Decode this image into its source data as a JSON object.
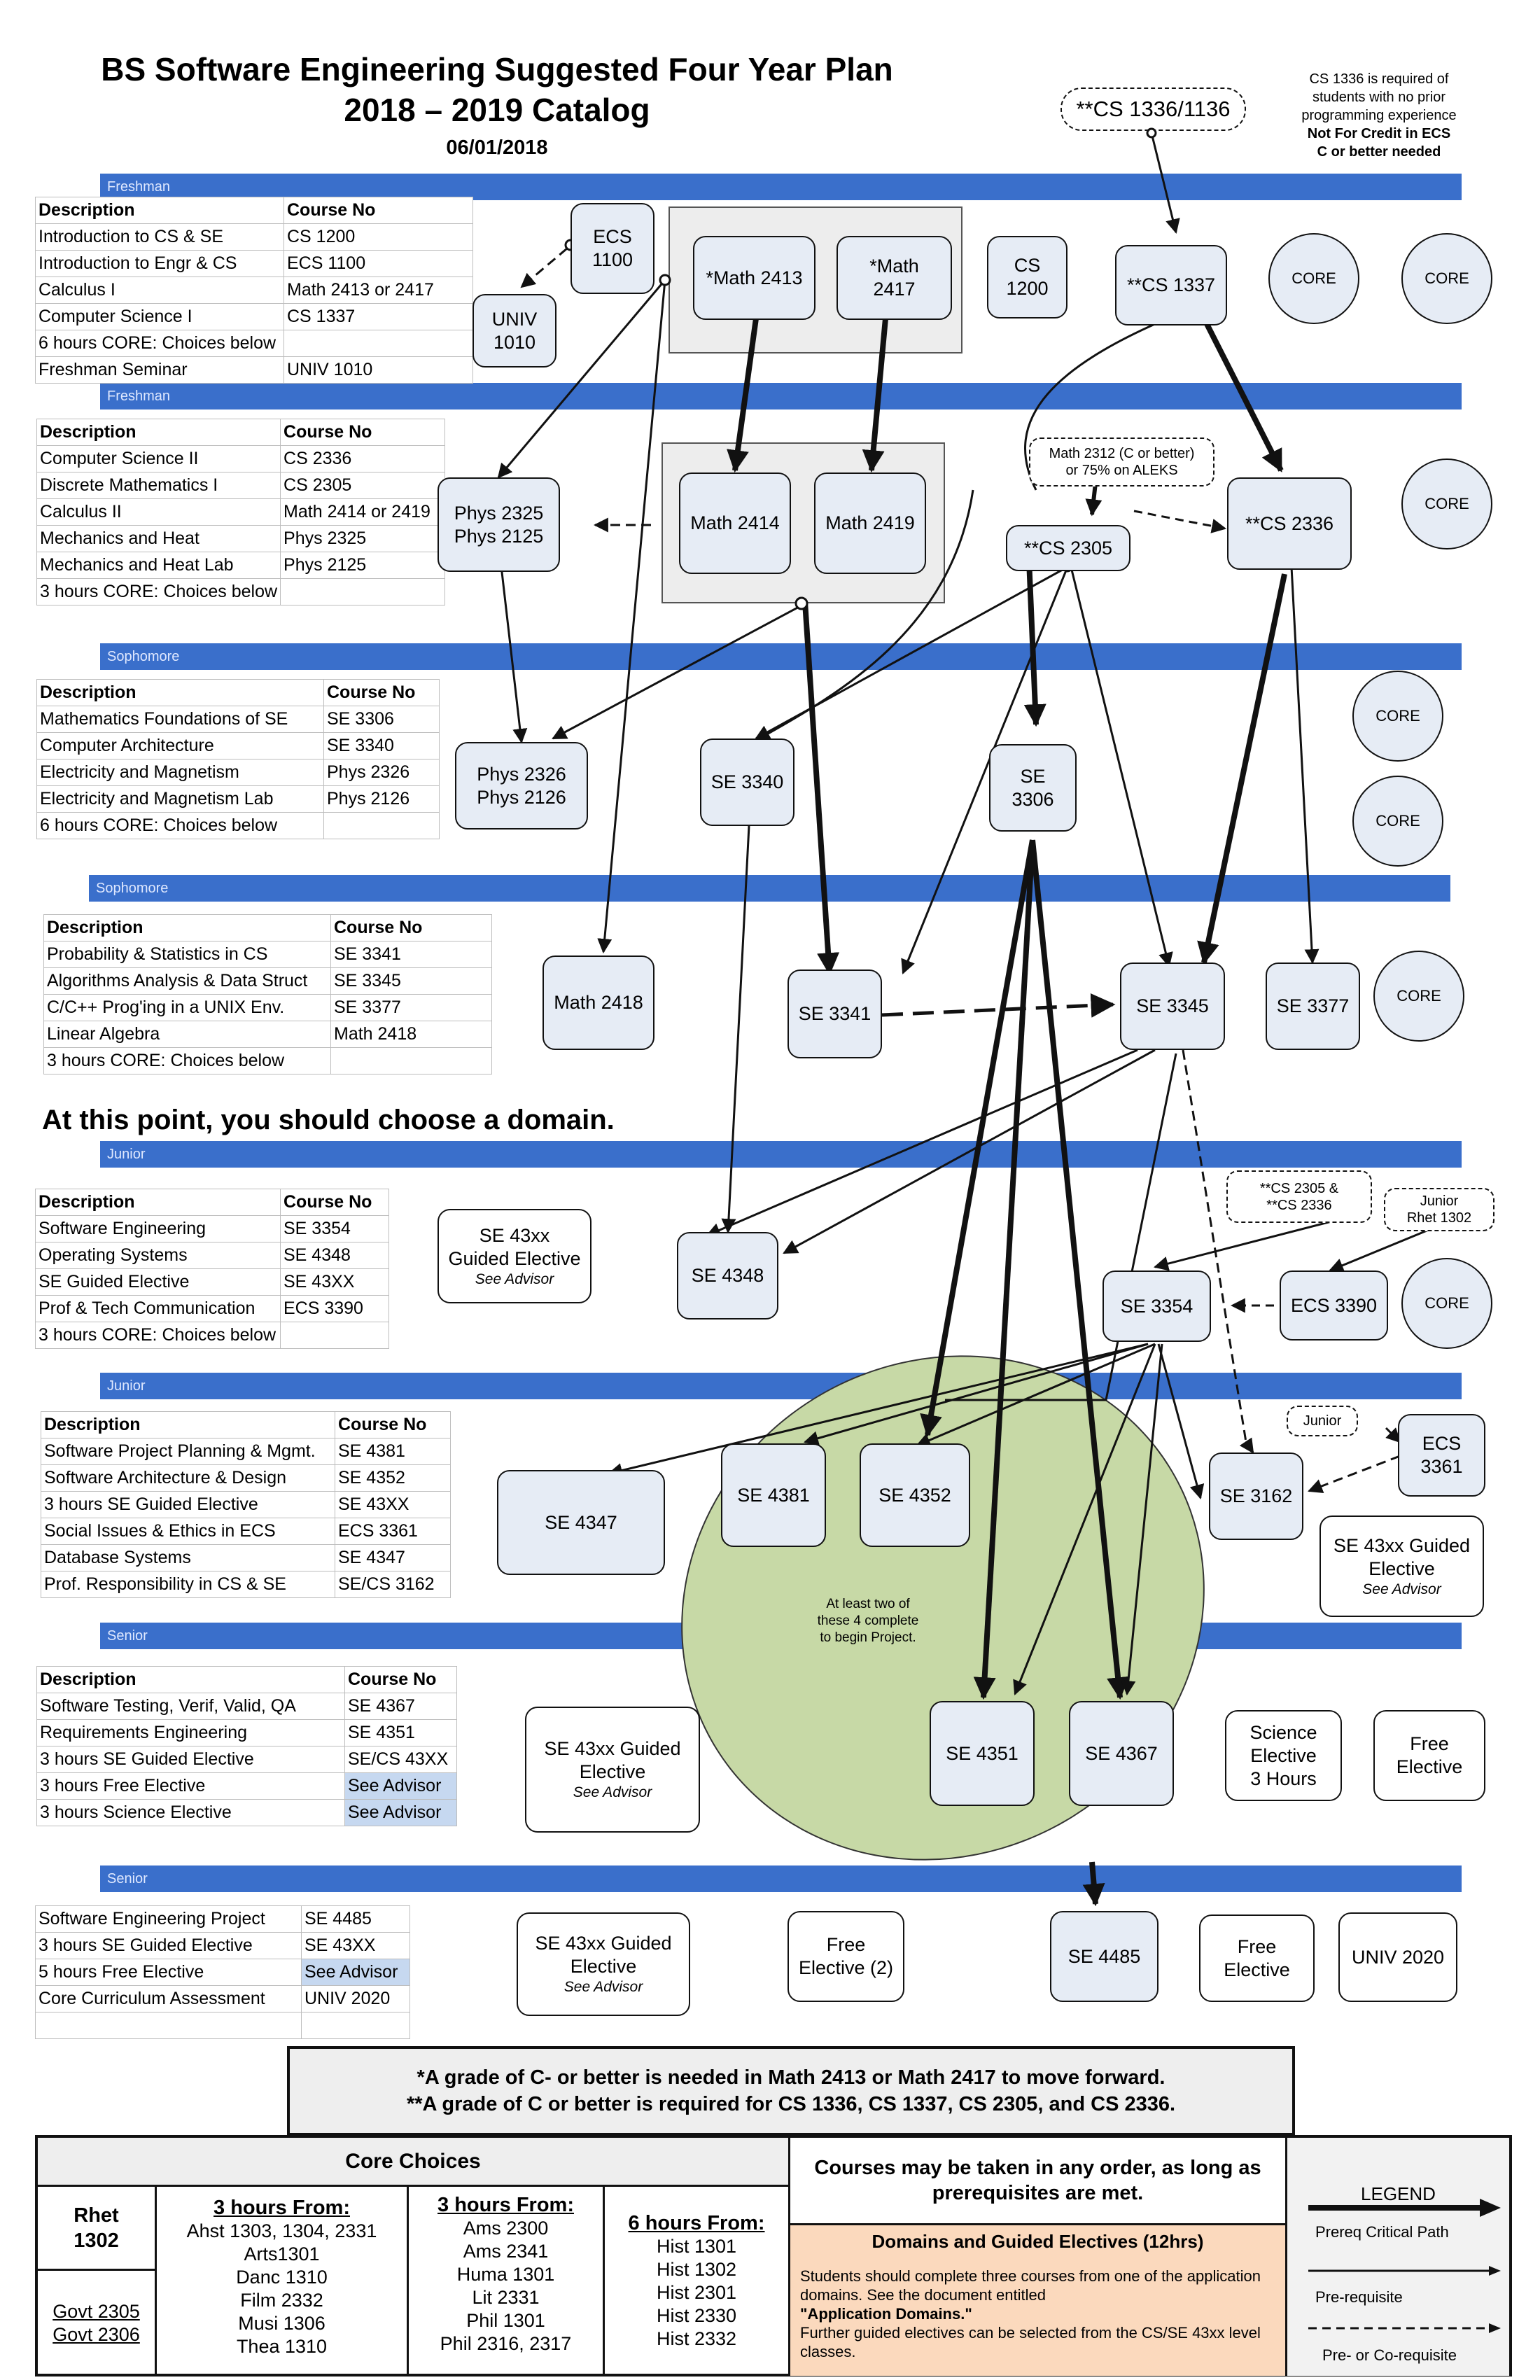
{
  "header": {
    "title_line1": "BS Software Engineering Suggested Four Year Plan",
    "title_line2": "2018 – 2019   Catalog",
    "date": "06/01/2018",
    "cs1336_badge": "**CS 1336/1136",
    "note_line1": "CS 1336 is required of",
    "note_line2": "students with no prior",
    "note_line3": "programming experience",
    "note_line4": "Not For Credit in ECS",
    "note_line5": "C or better needed"
  },
  "bands": {
    "b1": "Freshman",
    "b2": "Freshman",
    "b3": "Sophomore",
    "b4": "Sophomore",
    "b5": "Junior",
    "b6": "Junior",
    "b7": "Senior",
    "b8": "Senior"
  },
  "col_desc": "Description",
  "col_course": "Course No",
  "semesters": [
    {
      "rows": [
        [
          "Introduction to CS & SE",
          "CS 1200"
        ],
        [
          "Introduction to Engr & CS",
          "ECS 1100"
        ],
        [
          "Calculus I",
          "Math 2413 or 2417"
        ],
        [
          "Computer Science I",
          "CS 1337"
        ],
        [
          "6 hours CORE: Choices below",
          ""
        ],
        [
          "Freshman Seminar",
          "UNIV 1010"
        ]
      ]
    },
    {
      "rows": [
        [
          "Computer Science II",
          "CS 2336"
        ],
        [
          "Discrete Mathematics I",
          "CS 2305"
        ],
        [
          "Calculus II",
          "Math 2414 or 2419"
        ],
        [
          "Mechanics and Heat",
          "Phys 2325"
        ],
        [
          "Mechanics and Heat Lab",
          "Phys 2125"
        ],
        [
          "3 hours CORE: Choices below",
          ""
        ]
      ]
    },
    {
      "rows": [
        [
          "Mathematics Foundations of SE",
          "SE  3306"
        ],
        [
          "Computer Architecture",
          "SE  3340"
        ],
        [
          "Electricity and Magnetism",
          "Phys 2326"
        ],
        [
          "Electricity and Magnetism Lab",
          "Phys 2126"
        ],
        [
          "6 hours CORE: Choices below",
          ""
        ]
      ]
    },
    {
      "rows": [
        [
          "Probability & Statistics in CS",
          "SE 3341"
        ],
        [
          "Algorithms Analysis & Data Struct",
          "SE 3345"
        ],
        [
          "C/C++ Prog'ing in a UNIX Env.",
          "SE 3377"
        ],
        [
          "Linear Algebra",
          "Math 2418"
        ],
        [
          "3 hours CORE: Choices below",
          ""
        ]
      ]
    },
    {
      "rows": [
        [
          "Software Engineering",
          "SE 3354"
        ],
        [
          "Operating Systems",
          "SE 4348"
        ],
        [
          "SE Guided Elective",
          "SE 43XX"
        ],
        [
          "Prof & Tech Communication",
          "ECS 3390"
        ],
        [
          "3 hours CORE: Choices below",
          ""
        ]
      ]
    },
    {
      "rows": [
        [
          "Software Project Planning & Mgmt.",
          "SE 4381"
        ],
        [
          "Software Architecture & Design",
          "SE 4352"
        ],
        [
          "3 hours SE Guided Elective",
          "SE 43XX"
        ],
        [
          "Social Issues & Ethics in ECS",
          "ECS 3361"
        ],
        [
          "Database Systems",
          "SE 4347"
        ],
        [
          "Prof. Responsibility in CS & SE",
          "SE/CS  3162"
        ]
      ]
    },
    {
      "rows": [
        [
          "Software Testing, Verif, Valid, QA",
          "SE 4367"
        ],
        [
          "Requirements Engineering",
          "SE 4351"
        ],
        [
          "3 hours SE Guided Elective",
          "SE/CS 43XX"
        ],
        [
          "3 hours Free Elective",
          "See Advisor"
        ],
        [
          "3 hours Science Elective",
          "See Advisor"
        ]
      ]
    },
    {
      "rows": [
        [
          "Software Engineering Project",
          "SE 4485"
        ],
        [
          "3 hours SE Guided Elective",
          "SE 43XX"
        ],
        [
          "5 hours Free Elective",
          "See Advisor"
        ],
        [
          "Core Curriculum Assessment",
          "UNIV 2020"
        ],
        [
          "",
          ""
        ]
      ]
    }
  ],
  "domain_heading": "At this point, you should choose a domain.",
  "nodes": {
    "ecs1100": "ECS\n1100",
    "univ1010": "UNIV\n1010",
    "math2413": "*Math 2413",
    "math2417": "*Math\n2417",
    "cs1200": "CS\n1200",
    "cs1337": "**CS 1337",
    "core": "CORE",
    "phys2325": "Phys 2325\nPhys 2125",
    "math2414": "Math 2414",
    "math2419": "Math 2419",
    "math2312_note": "Math 2312 (C or better)\nor 75% on ALEKS",
    "cs2305": "**CS 2305",
    "cs2336": "**CS 2336",
    "phys2326": "Phys 2326\nPhys 2126",
    "se3340": "SE 3340",
    "se3306": "SE\n3306",
    "math2418": "Math 2418",
    "se3341": "SE 3341",
    "se3345": "SE 3345",
    "se3377": "SE 3377",
    "guided_a": "SE 43xx\nGuided Elective",
    "see_advisor": "See Advisor",
    "se4348": "SE 4348",
    "prereq_note": "**CS 2305 &\n**CS 2336",
    "junior_rhet": "Junior\nRhet 1302",
    "se3354": "SE 3354",
    "ecs3390": "ECS 3390",
    "junior": "Junior",
    "se4347": "SE 4347",
    "se4381": "SE 4381",
    "se4352": "SE 4352",
    "se3162": "SE 3162",
    "ecs3361": "ECS\n3361",
    "guided_b": "SE 43xx Guided\nElective",
    "ellipse_note": "At least two of\nthese 4 complete\nto begin Project.",
    "se4351": "SE 4351",
    "se4367": "SE 4367",
    "science": "Science\nElective\n3 Hours",
    "free": "Free\nElective",
    "free2": "Free\nElective (2)",
    "se4485": "SE 4485",
    "univ2020": "UNIV 2020"
  },
  "grade_note": {
    "line1": "*A grade of C- or better is needed in Math 2413 or Math 2417 to move forward.",
    "line2": "**A grade of C or better is required for CS 1336, CS 1337, CS 2305, and CS 2336."
  },
  "core_choices": {
    "title": "Core Choices",
    "rhet": "Rhet\n1302",
    "govt": "Govt 2305\nGovt 2306",
    "col1_hdr": "3 hours From:",
    "col1": "Ahst 1303, 1304, 2331\nArts1301\nDanc 1310\nFilm 2332\nMusi 1306\nThea 1310",
    "col2_hdr": "3 hours From:",
    "col2": "Ams 2300\nAms 2341\nHuma 1301\nLit 2331\nPhil 1301\nPhil 2316, 2317",
    "col3_hdr": "6 hours From:",
    "col3": "Hist 1301\nHist 1302\nHist 2301\nHist 2330\nHist 2332"
  },
  "any_order": "Courses may be taken in any order, as long as prerequisites are met.",
  "domains": {
    "title": "Domains and Guided Electives (12hrs)",
    "body1": "Students should complete three courses from one  of the application domains. See the document entitled",
    "body2": "\"Application Domains.\"",
    "body3": "Further guided electives can be selected from the CS/SE 43xx level classes."
  },
  "legend": {
    "title": "LEGEND",
    "critical": "Prereq Critical Path",
    "prereq": "Pre-requisite",
    "coreq": "Pre- or Co-requisite"
  }
}
